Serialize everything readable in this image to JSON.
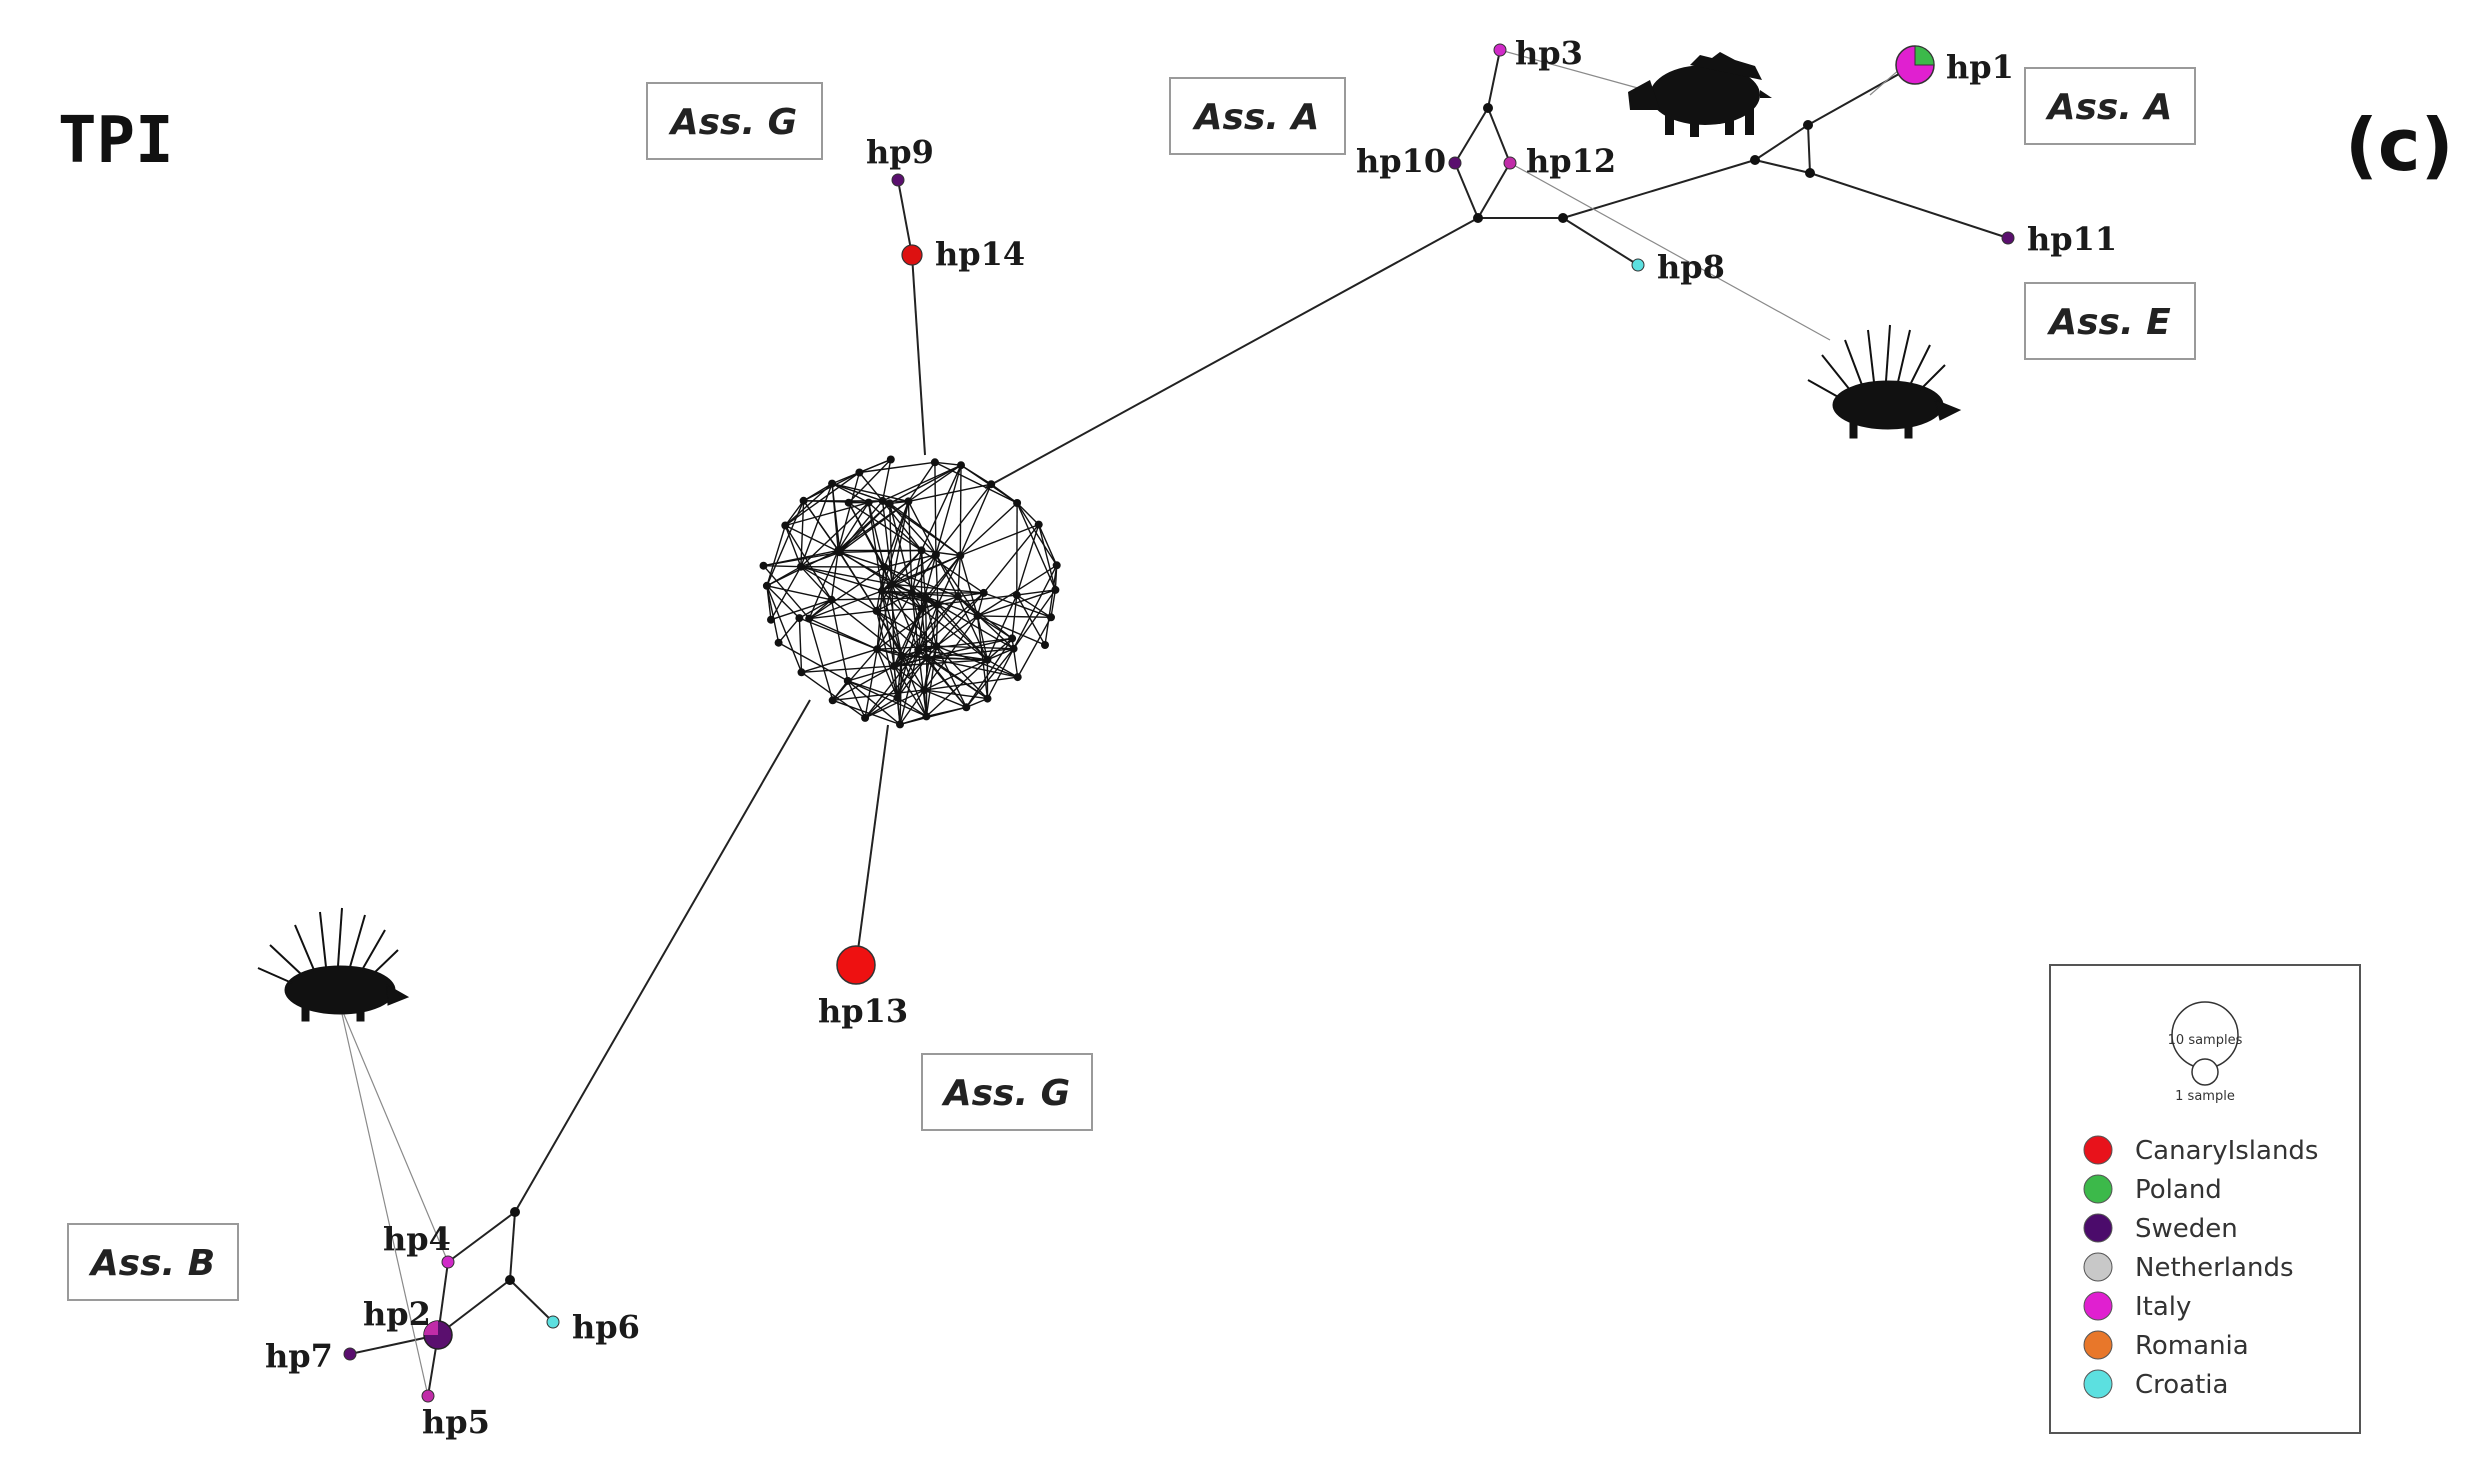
{
  "title": "TPI",
  "panel_label": "(c)",
  "assemblage_boxes": [
    {
      "label": "Ass. G"
    },
    {
      "label": "Ass. A"
    },
    {
      "label": "Ass. A"
    },
    {
      "label": "Ass. E"
    },
    {
      "label": "Ass. G"
    },
    {
      "label": "Ass. B"
    }
  ],
  "haplotypes": [
    {
      "label": "hp1",
      "color": "#e020d0",
      "secondary_color": "#3cb94a"
    },
    {
      "label": "hp2",
      "color": "#5a0f6e",
      "secondary_color": "#c02ca8"
    },
    {
      "label": "hp3",
      "color": "#d02ac8"
    },
    {
      "label": "hp4",
      "color": "#d02ac8"
    },
    {
      "label": "hp5",
      "color": "#c02ca8"
    },
    {
      "label": "hp6",
      "color": "#5ce0e0"
    },
    {
      "label": "hp7",
      "color": "#5a0f6e"
    },
    {
      "label": "hp8",
      "color": "#5ce0e0"
    },
    {
      "label": "hp9",
      "color": "#5a0f6e"
    },
    {
      "label": "hp10",
      "color": "#5a0f6e"
    },
    {
      "label": "hp11",
      "color": "#5a0f6e"
    },
    {
      "label": "hp12",
      "color": "#c02ca8"
    },
    {
      "label": "hp13",
      "color": "#ee1111"
    },
    {
      "label": "hp14",
      "color": "#dd1111"
    }
  ],
  "legend": {
    "scale_large": "10 samples",
    "scale_small": "1 sample",
    "items": [
      {
        "label": "CanaryIslands",
        "color": "#e8121b"
      },
      {
        "label": "Poland",
        "color": "#3cb94a"
      },
      {
        "label": "Sweden",
        "color": "#4b0b6b"
      },
      {
        "label": "Netherlands",
        "color": "#c8c8c8"
      },
      {
        "label": "Italy",
        "color": "#e020d0"
      },
      {
        "label": "Romania",
        "color": "#e8772a"
      },
      {
        "label": "Croatia",
        "color": "#5ce0e0"
      }
    ]
  },
  "icons": [
    "wild-boar-icon",
    "porcupine-icon",
    "porcupine-icon"
  ]
}
